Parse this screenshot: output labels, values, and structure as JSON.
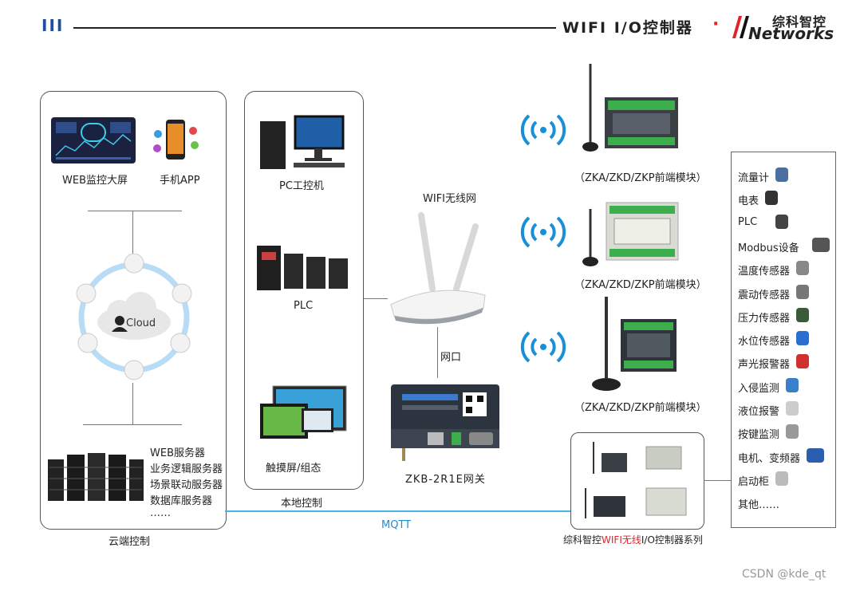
{
  "header": {
    "section_mark": "III",
    "title": "WIFI I/O控制器",
    "dot": "·",
    "brand_cn": "综科智控",
    "brand_logo": "Networks"
  },
  "cloud": {
    "web_screen": "WEB监控大屏",
    "mobile_app": "手机APP",
    "cloud_word": "Cloud",
    "servers": [
      "WEB服务器",
      "业务逻辑服务器",
      "场景联动服务器",
      "数据库服务器",
      "……"
    ],
    "caption": "云端控制"
  },
  "local": {
    "pc": "PC工控机",
    "plc": "PLC",
    "touch": "触摸屏/组态",
    "caption": "本地控制"
  },
  "network": {
    "wifi": "WIFI无线网",
    "port": "网口",
    "gateway": "ZKB-2R1E网关",
    "mqtt": "MQTT"
  },
  "modules": {
    "label1": "（ZKA/ZKD/ZKP前端模块）",
    "label2": "（ZKA/ZKD/ZKP前端模块）",
    "label3": "（ZKA/ZKD/ZKP前端模块）"
  },
  "series": {
    "prefix": "综科智控",
    "highlight": "WIFI无线",
    "suffix": "I/O控制器系列"
  },
  "field_devices": [
    "流量计",
    "电表",
    "PLC",
    "Modbus设备",
    "温度传感器",
    "震动传感器",
    "压力传感器",
    "水位传感器",
    "声光报警器",
    "入侵监测",
    "液位报警",
    "按键监测",
    "电机、变频器",
    "启动柜",
    "其他……"
  ],
  "watermark": "CSDN @kde_qt",
  "colors": {
    "accent_blue": "#1a8fd6",
    "mqtt_line": "#4ab3e6",
    "highlight_red": "#e0242a",
    "header_blue": "#1f4e9c"
  }
}
